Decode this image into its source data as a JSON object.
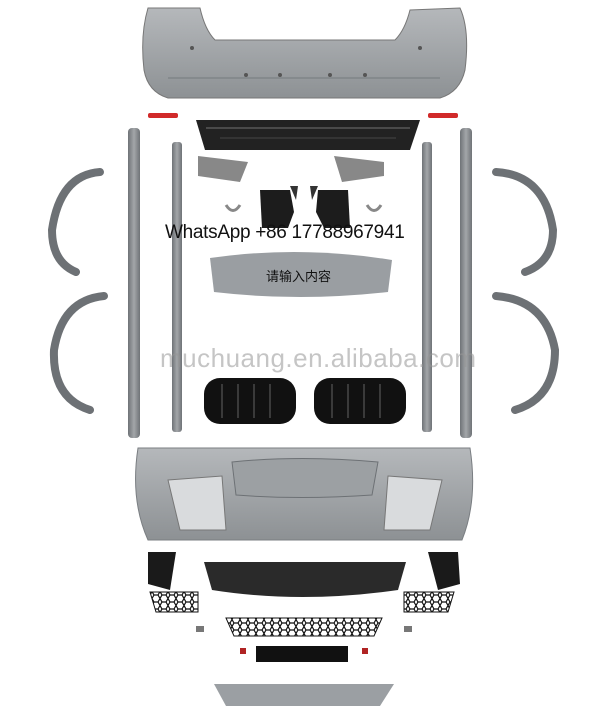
{
  "overlay": {
    "contact": "WhatsApp +86 17788967941",
    "watermark": "muchuang.en.alibaba.com",
    "placeholder_cn": "请输入内容"
  },
  "colors": {
    "primer_grey": "#a4a7aa",
    "primer_dark": "#7f8387",
    "gloss_black": "#141414",
    "background": "#ffffff"
  }
}
